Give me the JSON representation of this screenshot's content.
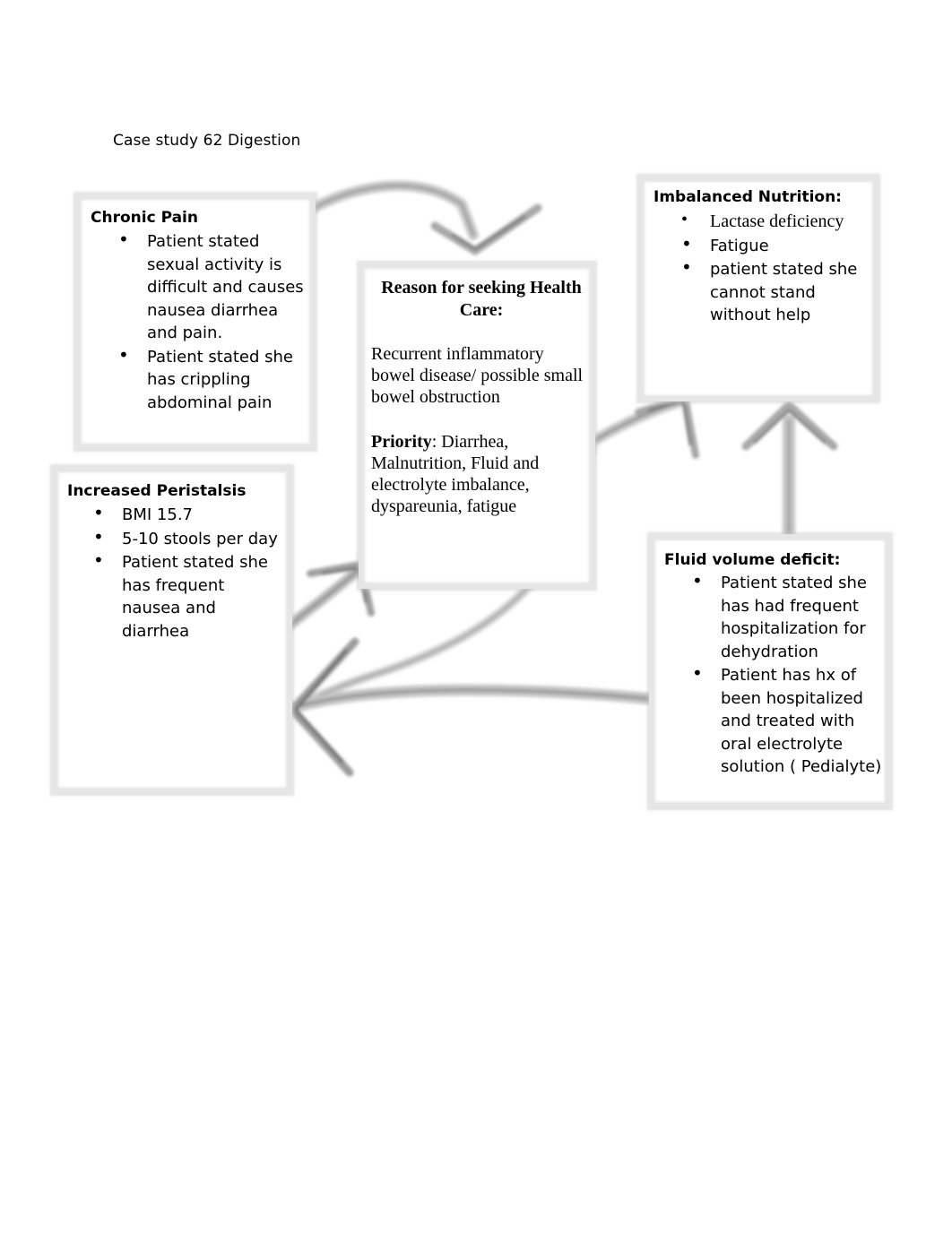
{
  "title": "Case study 62 Digestion",
  "chronic_pain": {
    "heading": "Chronic Pain",
    "items": [
      "Patient stated sexual activity is difficult and causes nausea diarrhea and pain.",
      "Patient stated she has crippling abdominal pain"
    ]
  },
  "reason": {
    "title": "Reason for seeking Health Care:",
    "body": "Recurrent inflammatory bowel disease/ possible small bowel obstruction",
    "priority_label": "Priority",
    "priority_text": ": Diarrhea, Malnutrition, Fluid and electrolyte imbalance, dyspareunia, fatigue"
  },
  "imbalanced_nutrition": {
    "heading": "Imbalanced Nutrition:",
    "items": [
      "Lactase deficiency",
      "Fatigue",
      "patient stated she cannot stand without help"
    ]
  },
  "increased_peristalsis": {
    "heading": "Increased Peristalsis",
    "items": [
      "BMI 15.7",
      "5-10 stools per day",
      "Patient stated she has frequent nausea and diarrhea"
    ]
  },
  "fluid_volume": {
    "heading": "Fluid volume deficit:",
    "items": [
      "Patient stated she has had frequent hospitalization for dehydration",
      "Patient has hx of been hospitalized and treated with oral electrolyte solution ( Pedialyte)"
    ]
  }
}
